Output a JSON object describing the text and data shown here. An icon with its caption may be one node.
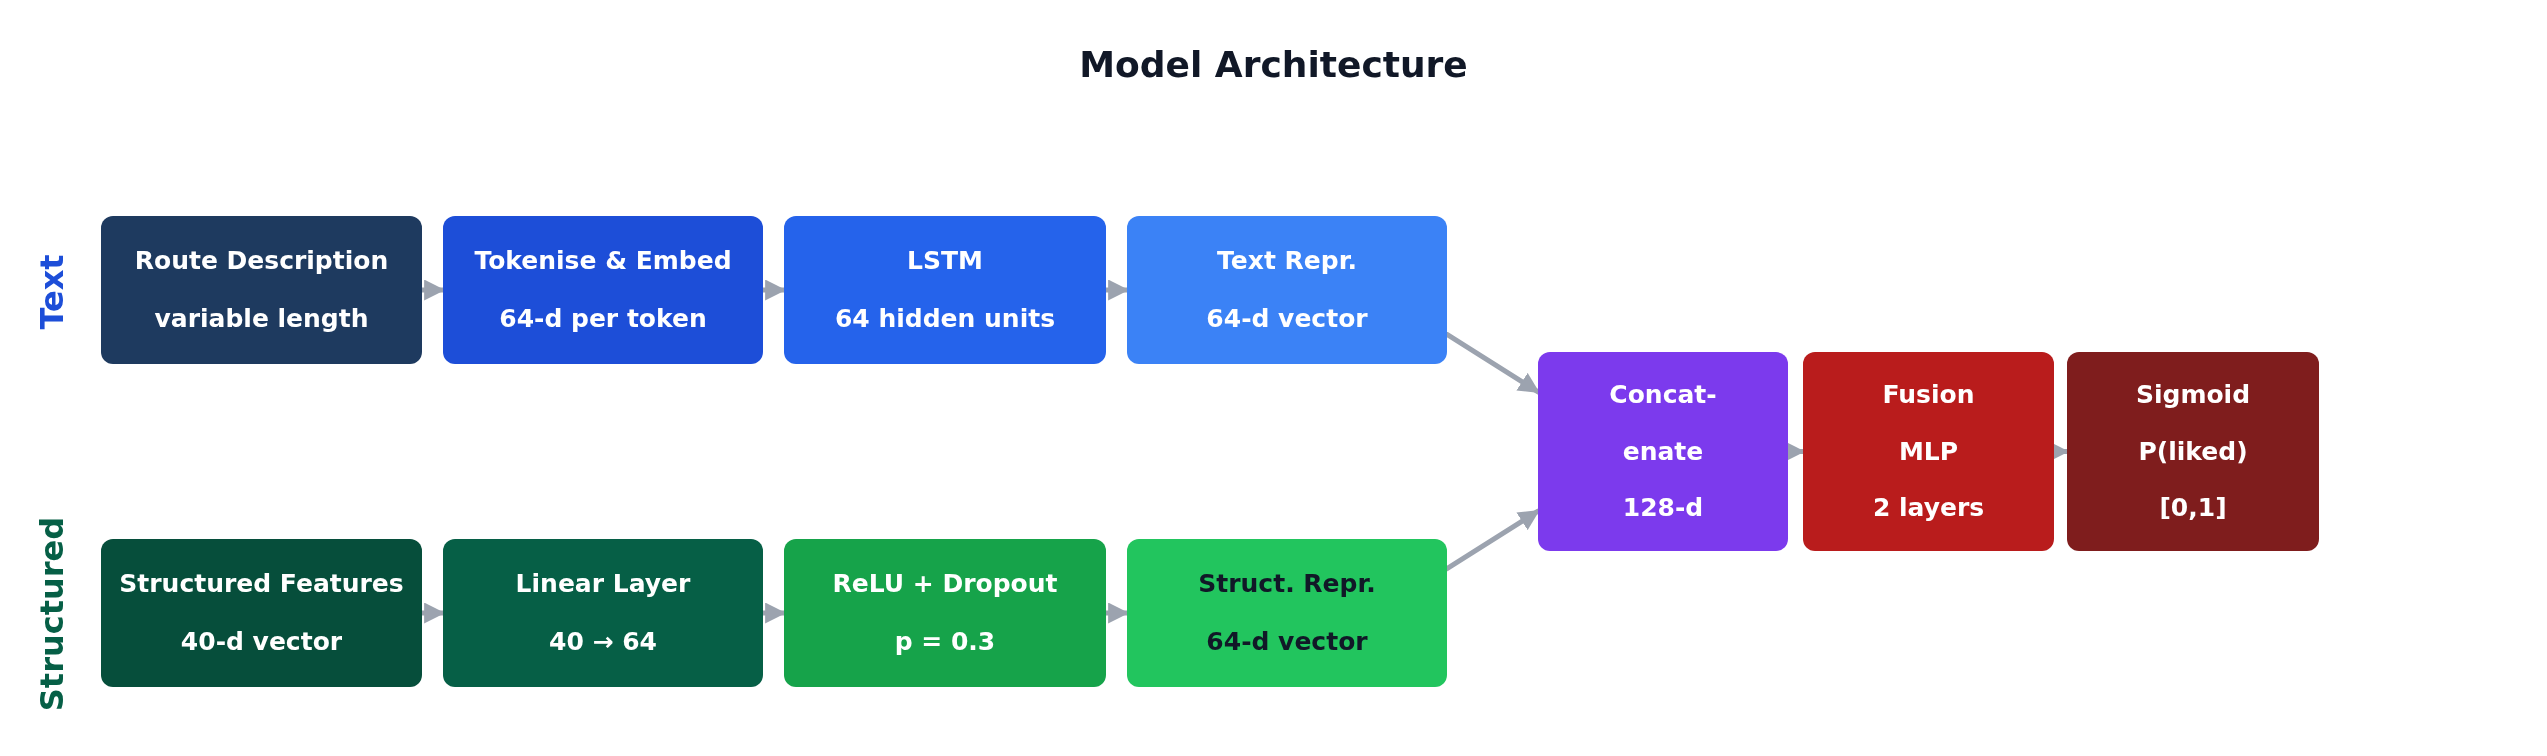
{
  "diagram": {
    "title": "Model Architecture",
    "nodes": [
      {
        "text": [
          "Route Description",
          "variable length"
        ]
      },
      {
        "text": [
          "Tokenise & Embed",
          "64-d per token"
        ]
      },
      {
        "text": [
          "LSTM",
          "64 hidden units"
        ]
      },
      {
        "text": [
          "Text Repr.",
          "64-d vector"
        ]
      },
      {
        "text": [
          "Structured Features",
          "40-d vector"
        ]
      },
      {
        "text": [
          "Linear Layer",
          "40 → 64"
        ]
      },
      {
        "text": [
          "ReLU + Dropout",
          "p = 0.3"
        ]
      },
      {
        "text": [
          "Struct. Repr.",
          "64-d vector"
        ]
      },
      {
        "text": [
          "Concat-",
          "enate",
          "128-d"
        ]
      },
      {
        "text": [
          "Fusion",
          "MLP",
          "2 layers"
        ]
      },
      {
        "text": [
          "Sigmoid",
          "P(liked)",
          "[0,1]"
        ]
      }
    ],
    "edges": [
      {
        "from": 0,
        "to": 1,
        "arrow": "to"
      },
      {
        "from": 1,
        "to": 2,
        "arrow": "to"
      },
      {
        "from": 2,
        "to": 3,
        "arrow": "to"
      },
      {
        "from": 4,
        "to": 5,
        "arrow": "to"
      },
      {
        "from": 5,
        "to": 6,
        "arrow": "to"
      },
      {
        "from": 6,
        "to": 7,
        "arrow": "to"
      },
      {
        "from": 3,
        "to": 8,
        "arrow": "to"
      },
      {
        "from": 7,
        "to": 8,
        "arrow": "to"
      },
      {
        "from": 8,
        "to": 9,
        "arrow": "to"
      },
      {
        "from": 9,
        "to": 10,
        "arrow": "to"
      }
    ],
    "labels": [
      "Text",
      "Structured"
    ]
  }
}
